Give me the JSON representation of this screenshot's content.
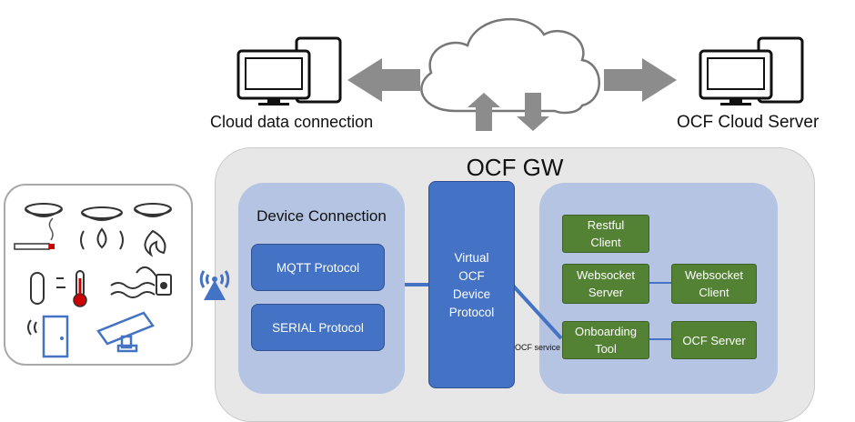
{
  "top": {
    "cloud_data_connection": "Cloud data connection",
    "ocf_cloud_server": "OCF Cloud Server"
  },
  "gateway": {
    "title": "OCF GW",
    "device_connection": {
      "title": "Device Connection",
      "protocols": [
        "MQTT Protocol",
        "SERIAL Protocol"
      ]
    },
    "virtual_device": {
      "lines": [
        "Virtual",
        "OCF",
        "Device",
        "Protocol"
      ]
    },
    "ocf_service_label": "OCF service",
    "components": {
      "restful_client": [
        "Restful",
        "Client"
      ],
      "websocket_server": [
        "Websocket",
        "Server"
      ],
      "websocket_client": [
        "Websocket",
        "Client"
      ],
      "onboarding_tool": [
        "Onboarding",
        "Tool"
      ],
      "ocf_server": "OCF Server"
    }
  },
  "colors": {
    "gw_bg": "#e7e7e7",
    "panel_bg": "#b4c4e2",
    "protocol_blue": "#4472c4",
    "component_green": "#548235",
    "arrow_gray": "#8c8c8c"
  },
  "icons": [
    "monitor-icon",
    "cloud-icon",
    "antenna-icon",
    "smoke-detector-icon",
    "water-leak-sensor-icon",
    "fire-detector-icon",
    "thermometer-icon",
    "water-sensor-icon",
    "door-sensor-icon",
    "security-camera-icon"
  ]
}
